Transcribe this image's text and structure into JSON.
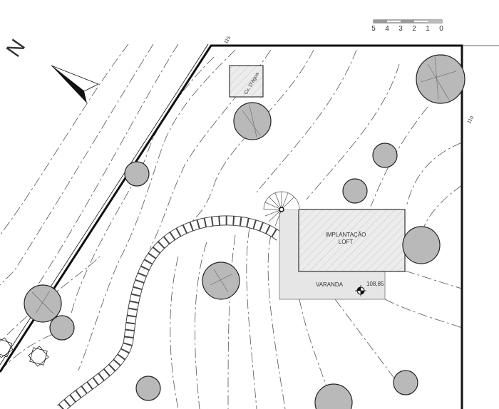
{
  "north": {
    "label": "N"
  },
  "scale_bar": {
    "ticks": [
      "5",
      "4",
      "3",
      "2",
      "1",
      "0"
    ]
  },
  "contour_labels": {
    "top": "115",
    "right": "110"
  },
  "water_tank": {
    "label": "Cx. D'água"
  },
  "loft": {
    "line1": "IMPLANTAÇÃO",
    "line2": "LOFT"
  },
  "porch": {
    "label": "VARANDA"
  },
  "elevation_marker": {
    "value": "108,85"
  },
  "colors": {
    "line": "#111111",
    "tree_fill": "#b9b9b9",
    "porch_fill": "#e6e6e6",
    "loft_fill": "#ececec"
  }
}
